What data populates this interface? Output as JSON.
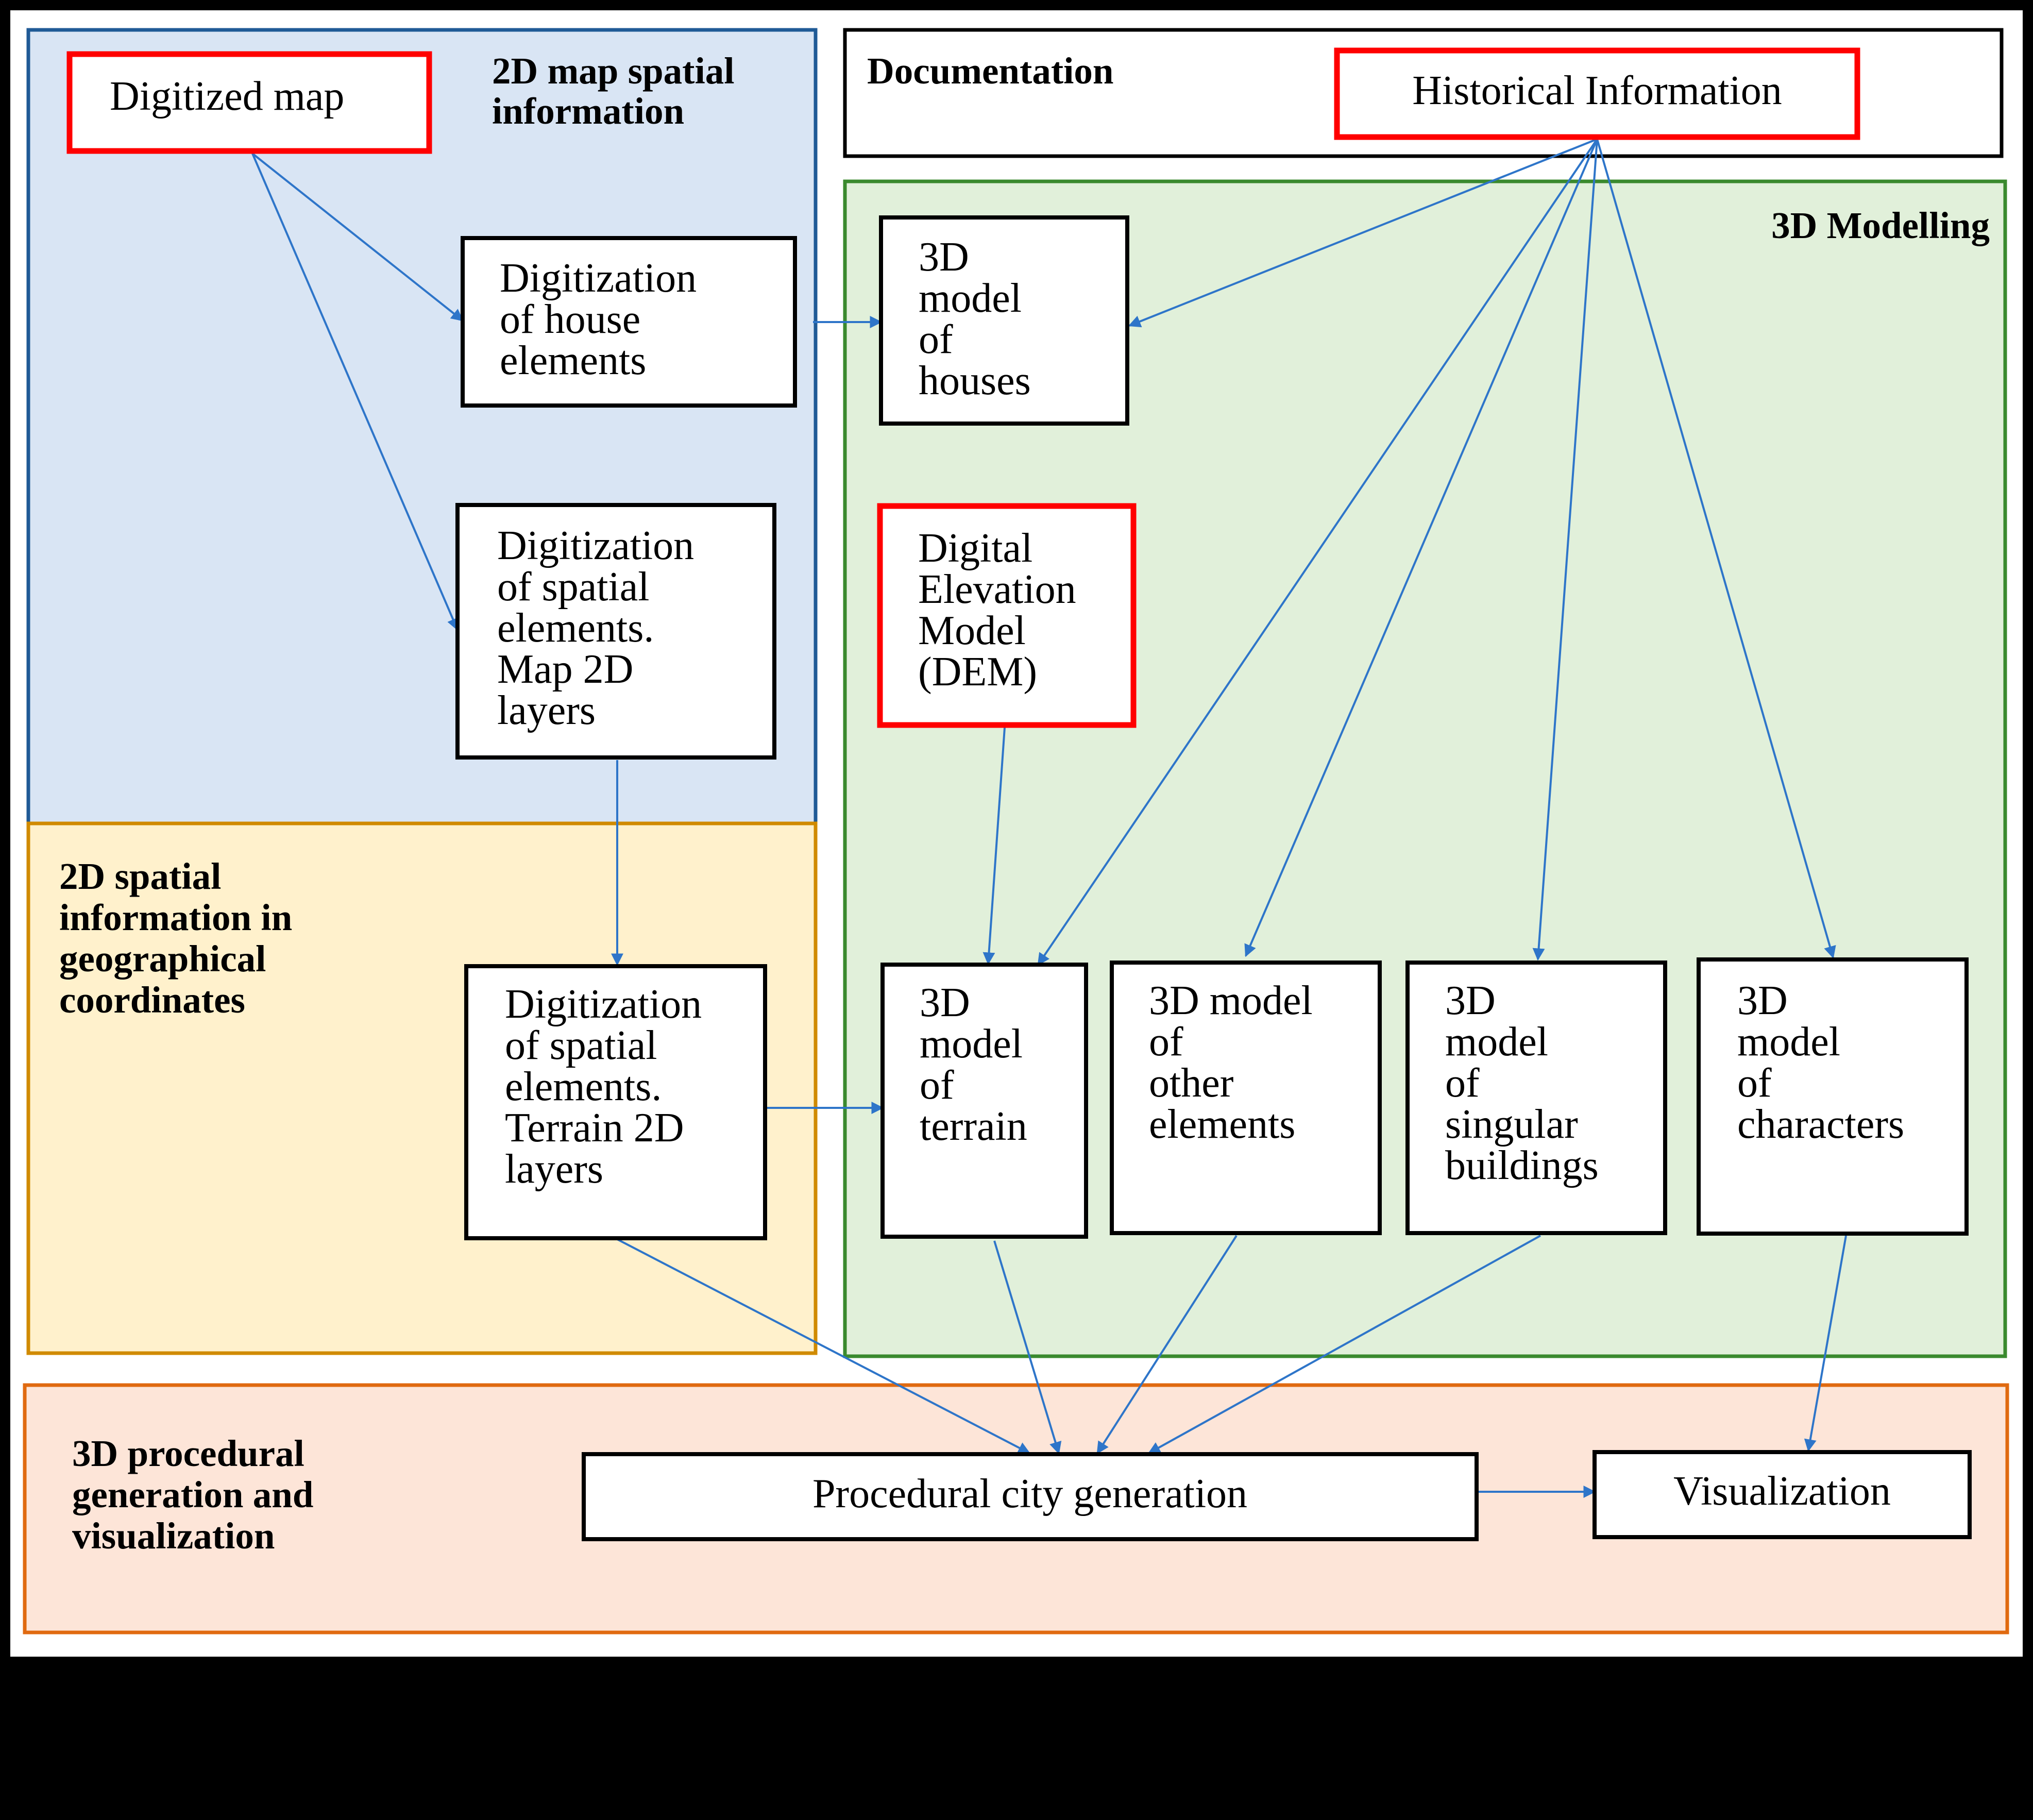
{
  "palette": {
    "page": "#ffffff",
    "outer_frame": "#000000",
    "arrow": "#2e75c9",
    "highlight_border": "#ff0000",
    "box_border": "#000000",
    "region_2d_map_fill": "#d9e5f4",
    "region_2d_map_border": "#1f5a96",
    "region_geo_fill": "#fff1cc",
    "region_geo_border": "#d08a00",
    "region_3d_fill": "#e1f0da",
    "region_3d_border": "#3a8a2e",
    "region_proc_fill": "#fde5d8",
    "region_proc_border": "#e06a10",
    "region_doc_fill": "#ffffff",
    "region_doc_border": "#000000"
  },
  "regions": {
    "map2d": {
      "title": [
        "2D map spatial",
        "information"
      ]
    },
    "geo": {
      "title": [
        "2D spatial",
        "information in",
        "geographical",
        "coordinates"
      ]
    },
    "doc": {
      "title": [
        "Documentation"
      ]
    },
    "model3d": {
      "title": [
        "3D Modelling"
      ]
    },
    "proc": {
      "title": [
        "3D procedural",
        "generation and",
        "visualization"
      ]
    }
  },
  "nodes": {
    "digitized_map": {
      "lines": [
        "Digitized map"
      ],
      "highlight": true
    },
    "historical_info": {
      "lines": [
        "Historical Information"
      ],
      "highlight": true
    },
    "dig_house": {
      "lines": [
        "Digitization",
        "of house",
        "elements"
      ],
      "highlight": false
    },
    "dig_spatial_map": {
      "lines": [
        "Digitization",
        "of spatial",
        "elements.",
        "Map 2D",
        "layers"
      ],
      "highlight": false
    },
    "dig_spatial_terrain": {
      "lines": [
        "Digitization",
        "of spatial",
        "elements.",
        "Terrain 2D",
        "layers"
      ],
      "highlight": false
    },
    "model_houses": {
      "lines": [
        "3D",
        "model",
        "of",
        "houses"
      ],
      "highlight": false
    },
    "dem": {
      "lines": [
        "Digital",
        "Elevation",
        "Model",
        "(DEM)"
      ],
      "highlight": true
    },
    "model_terrain": {
      "lines": [
        "3D",
        "model",
        "of",
        "terrain"
      ],
      "highlight": false
    },
    "model_other": {
      "lines": [
        "3D model",
        "of",
        "other",
        "elements"
      ],
      "highlight": false
    },
    "model_singular": {
      "lines": [
        "3D",
        "model",
        "of",
        "singular",
        "buildings"
      ],
      "highlight": false
    },
    "model_characters": {
      "lines": [
        "3D",
        "model",
        "of",
        "characters"
      ],
      "highlight": false
    },
    "procedural": {
      "lines": [
        "Procedural city generation"
      ],
      "highlight": false
    },
    "visualization": {
      "lines": [
        "Visualization"
      ],
      "highlight": false
    }
  },
  "edges": [
    {
      "from": "digitized_map",
      "to": "dig_house"
    },
    {
      "from": "digitized_map",
      "to": "dig_spatial_map"
    },
    {
      "from": "dig_house",
      "to": "model_houses"
    },
    {
      "from": "dig_spatial_map",
      "to": "dig_spatial_terrain"
    },
    {
      "from": "dig_spatial_terrain",
      "to": "model_terrain"
    },
    {
      "from": "historical_info",
      "to": "model_houses"
    },
    {
      "from": "historical_info",
      "to": "model_terrain"
    },
    {
      "from": "historical_info",
      "to": "model_other"
    },
    {
      "from": "historical_info",
      "to": "model_singular"
    },
    {
      "from": "historical_info",
      "to": "model_characters"
    },
    {
      "from": "dem",
      "to": "model_terrain"
    },
    {
      "from": "dig_spatial_terrain",
      "to": "procedural"
    },
    {
      "from": "model_terrain",
      "to": "procedural"
    },
    {
      "from": "model_other",
      "to": "procedural"
    },
    {
      "from": "model_singular",
      "to": "procedural"
    },
    {
      "from": "model_characters",
      "to": "visualization"
    },
    {
      "from": "procedural",
      "to": "visualization"
    }
  ]
}
